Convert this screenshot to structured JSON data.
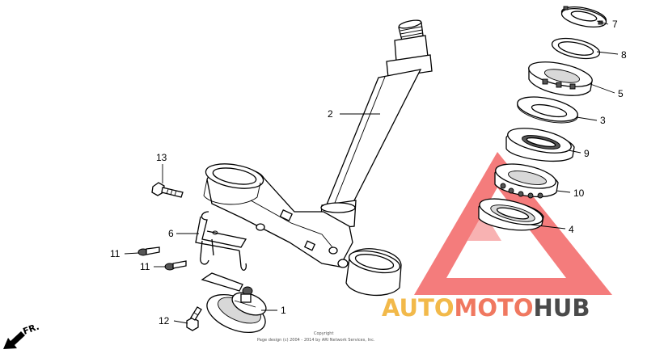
{
  "diagram": {
    "callouts": [
      {
        "id": "1",
        "label": "1"
      },
      {
        "id": "2",
        "label": "2"
      },
      {
        "id": "3",
        "label": "3"
      },
      {
        "id": "4",
        "label": "4"
      },
      {
        "id": "5",
        "label": "5"
      },
      {
        "id": "6",
        "label": "6"
      },
      {
        "id": "7",
        "label": "7"
      },
      {
        "id": "8",
        "label": "8"
      },
      {
        "id": "9",
        "label": "9"
      },
      {
        "id": "10",
        "label": "10"
      },
      {
        "id": "11a",
        "label": "11"
      },
      {
        "id": "11b",
        "label": "11"
      },
      {
        "id": "12",
        "label": "12"
      },
      {
        "id": "13",
        "label": "13"
      }
    ],
    "direction_label": "FR.",
    "copyright_line1": "Copyright",
    "copyright_line2": "Page design (c) 2004 - 2014 by ARI Network Services, Inc."
  },
  "watermark": {
    "part1": "AUTO",
    "part2": "MOTO",
    "part3": "HUB",
    "colors": {
      "auto": "#f2b94a",
      "moto": "#f07860",
      "hub": "#4a4a4a",
      "triangle": "#ee3b3b"
    }
  }
}
